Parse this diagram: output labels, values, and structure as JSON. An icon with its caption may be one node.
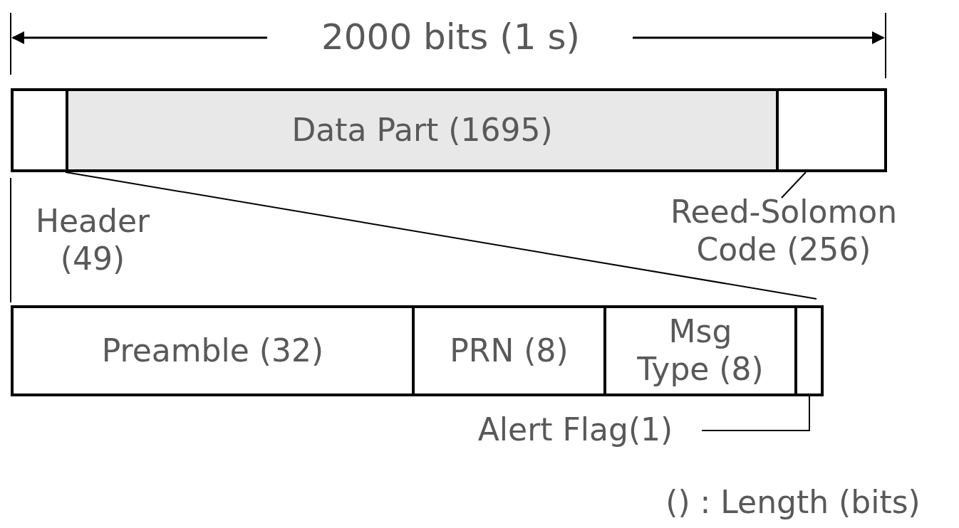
{
  "diagram": {
    "nodes": [
      {
        "text": [],
        "shape": "box",
        "beside": [
          "Header (49)"
        ]
      },
      {
        "text": [
          "Data Part (1695)"
        ]
      },
      {
        "text": [],
        "shape": "box"
      },
      {
        "text": [
          "Reed-Solomon Code (256)"
        ]
      },
      {
        "text": [
          "Preamble (32)"
        ]
      },
      {
        "text": [
          "PRN (8)"
        ]
      },
      {
        "text": [
          "Msg Type (8)"
        ]
      },
      {
        "text": [],
        "shape": "box"
      },
      {
        "text": [
          "Alert Flag(1)"
        ]
      }
    ],
    "edges": [
      {
        "from": 3,
        "to": 2,
        "arrow": "none"
      },
      {
        "from": 8,
        "to": 7,
        "arrow": "none"
      },
      {
        "from": 0,
        "to": 7,
        "arrow": "none"
      },
      {
        "from": 0,
        "to": 4,
        "arrow": "none"
      }
    ],
    "labels": [
      "2000 bits (1 s)",
      "() : Length (bits)"
    ]
  }
}
